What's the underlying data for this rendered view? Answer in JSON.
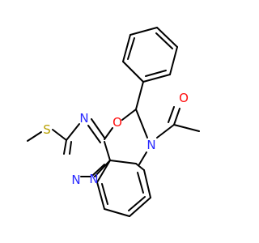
{
  "molecule": {
    "atom_labels": {
      "s1": "S",
      "n1": "N",
      "n2": "N",
      "n3": "N",
      "o1": "O",
      "n4": "N",
      "o2": "O"
    },
    "colors": {
      "bond": "#000000",
      "sulfur": "#b8a000",
      "nitrogen": "#2828ff",
      "oxygen": "#ff0d0d",
      "background": "#ffffff"
    }
  }
}
